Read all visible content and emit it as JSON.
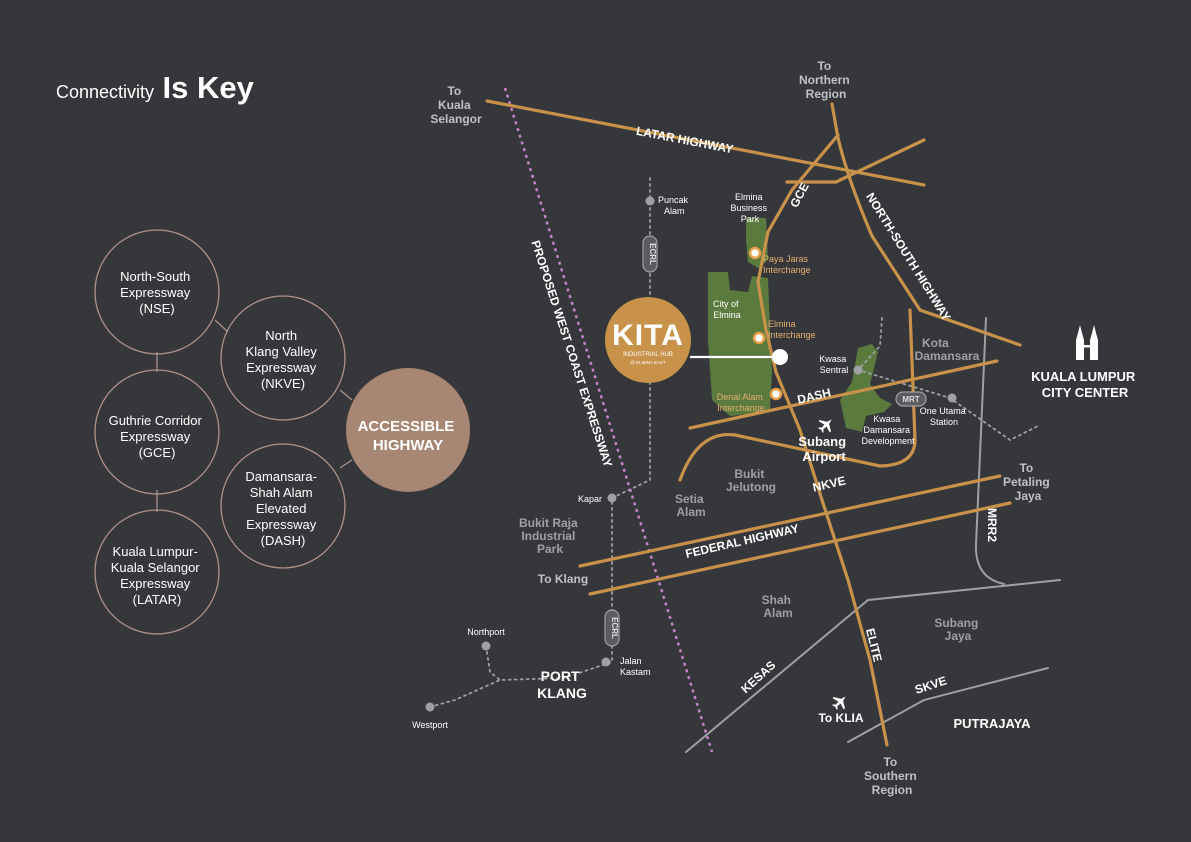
{
  "title": {
    "prefix": "Connectivity",
    "emphasis": "Is Key"
  },
  "hub": {
    "label": [
      "ACCESSIBLE",
      "HIGHWAY"
    ]
  },
  "expressways": [
    {
      "lines": [
        "North-South",
        "Expressway",
        "(NSE)"
      ]
    },
    {
      "lines": [
        "North",
        "Klang Valley",
        "Expressway",
        "(NKVE)"
      ]
    },
    {
      "lines": [
        "Guthrie Corridor",
        "Expressway",
        "(GCE)"
      ]
    },
    {
      "lines": [
        "Damansara-",
        "Shah Alam",
        "Elevated",
        "Expressway",
        "(DASH)"
      ]
    },
    {
      "lines": [
        "Kuala Lumpur-",
        "Kuala Selangor",
        "Expressway",
        "(LATAR)"
      ]
    }
  ],
  "kita": {
    "name": "KITA",
    "sub1": "INDUSTRIAL HUB",
    "sub2": "@ ELMINA EAST"
  },
  "highways": {
    "latar": "LATAR HIGHWAY",
    "gce": "GCE",
    "north_south": "NORTH-SOUTH HIGHWAY",
    "dash": "DASH",
    "nkve": "NKVE",
    "federal": "FEDERAL HIGHWAY",
    "elite": "ELITE",
    "kesas": "KESAS",
    "skve": "SKVE",
    "mrr2": "MRR2",
    "wce": "PROPOSED WEST COAST EXPRESSWAY",
    "ecrl_north": "ECRL",
    "ecrl_south": "ECRL",
    "mrt": "MRT"
  },
  "directions": {
    "kuala_selangor": [
      "To",
      "Kuala",
      "Selangor"
    ],
    "northern": [
      "To",
      "Northern",
      "Region"
    ],
    "southern": [
      "To",
      "Southern",
      "Region"
    ],
    "petaling_jaya": [
      "To",
      "Petaling",
      "Jaya"
    ],
    "klang": "To Klang",
    "klia": "To KLIA"
  },
  "interchanges": {
    "paya_jaras": [
      "Paya Jaras",
      "Interchange"
    ],
    "elmina": [
      "Elmina",
      "Interchange"
    ],
    "denai_alam": [
      "Denai Alam",
      "Interchange"
    ]
  },
  "places": {
    "elmina_business_park": [
      "Elmina",
      "Business",
      "Park"
    ],
    "city_of_elmina": [
      "City of",
      "Elmina"
    ],
    "puncak_alam": [
      "Puncak",
      "Alam"
    ],
    "kota_damansara": [
      "Kota",
      "Damansara"
    ],
    "kwasa_sentral": [
      "Kwasa",
      "Sentral"
    ],
    "kwasa_damansara": [
      "Kwasa",
      "Damansara",
      "Development"
    ],
    "one_utama": [
      "One Utama",
      "Station"
    ],
    "subang_airport": [
      "Subang",
      "Airport"
    ],
    "bukit_jelutong": [
      "Bukit",
      "Jelutong"
    ],
    "setia_alam": [
      "Setia",
      "Alam"
    ],
    "bukit_raja": [
      "Bukit Raja",
      "Industrial",
      "Park"
    ],
    "kapar": "Kapar",
    "shah_alam": [
      "Shah",
      "Alam"
    ],
    "subang_jaya": [
      "Subang",
      "Jaya"
    ],
    "putrajaya": "PUTRAJAYA",
    "northport": "Northport",
    "westport": "Westport",
    "port_klang": [
      "PORT",
      "KLANG"
    ],
    "jalan_kastam": [
      "Jalan",
      "Kastam"
    ],
    "klcc": [
      "KUALA LUMPUR",
      "CITY CENTER"
    ]
  },
  "colors": {
    "background": "#35373b",
    "highway": "#c8924b",
    "rail": "#9ea0a3",
    "wce": "#c884c8",
    "green": "#5b7a3e",
    "hub_fill": "#a88674",
    "circle_stroke": "#b0928a",
    "kita_fill": "#c8924b"
  }
}
